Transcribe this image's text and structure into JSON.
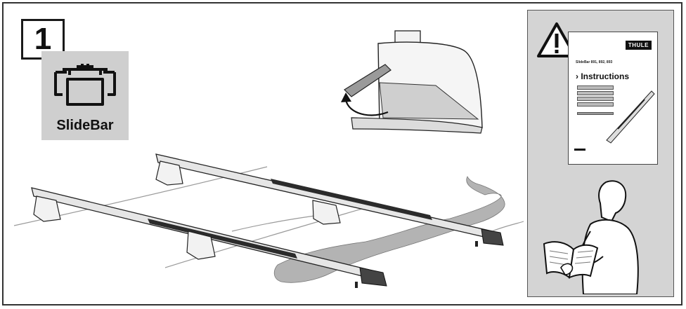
{
  "step": {
    "number": "1"
  },
  "badge": {
    "label": "SlideBar"
  },
  "manual": {
    "logo": "THULE",
    "model": "SlideBar 891, 892, 893",
    "heading": "› Instructions"
  },
  "icons": {
    "warning": "warning-triangle-icon",
    "profile": "slidebar-profile-icon"
  },
  "colors": {
    "panel": "#d4d4d4",
    "badge": "#cfcfcf",
    "ink": "#1a1a1a"
  }
}
